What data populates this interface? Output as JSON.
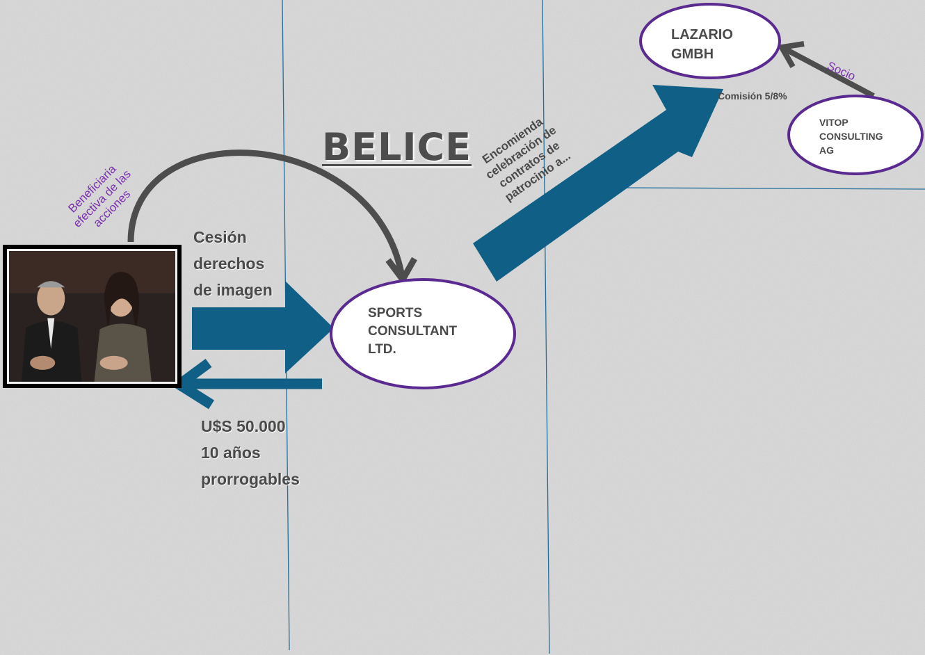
{
  "title": "BELICE",
  "nodes": {
    "sports": "SPORTS\nCONSULTANT\nLTD.",
    "lazario": "LAZARIO\nGMBH",
    "vitop": "VITOP\nCONSULTING\nAG"
  },
  "labels": {
    "beneficiaria": [
      "Beneficiaria",
      "efectiva de las",
      "acciones"
    ],
    "cesion": [
      "Cesión",
      "derechos",
      "de imagen"
    ],
    "pago": [
      "U$S 50.000",
      "10 años",
      "prorrogables"
    ],
    "encomienda": [
      "Encomienda",
      "celebración de",
      "contratos de",
      "patrocinio a..."
    ],
    "comision": "Comisión 5/8%",
    "socio": "Socio"
  },
  "colors": {
    "arrow_blue": "#0f5f86",
    "arrow_grey": "#4d4d4d",
    "ellipse_border": "#5b2a91",
    "grid_line": "#1f6e9c",
    "purple_text": "#7a2fb0"
  }
}
